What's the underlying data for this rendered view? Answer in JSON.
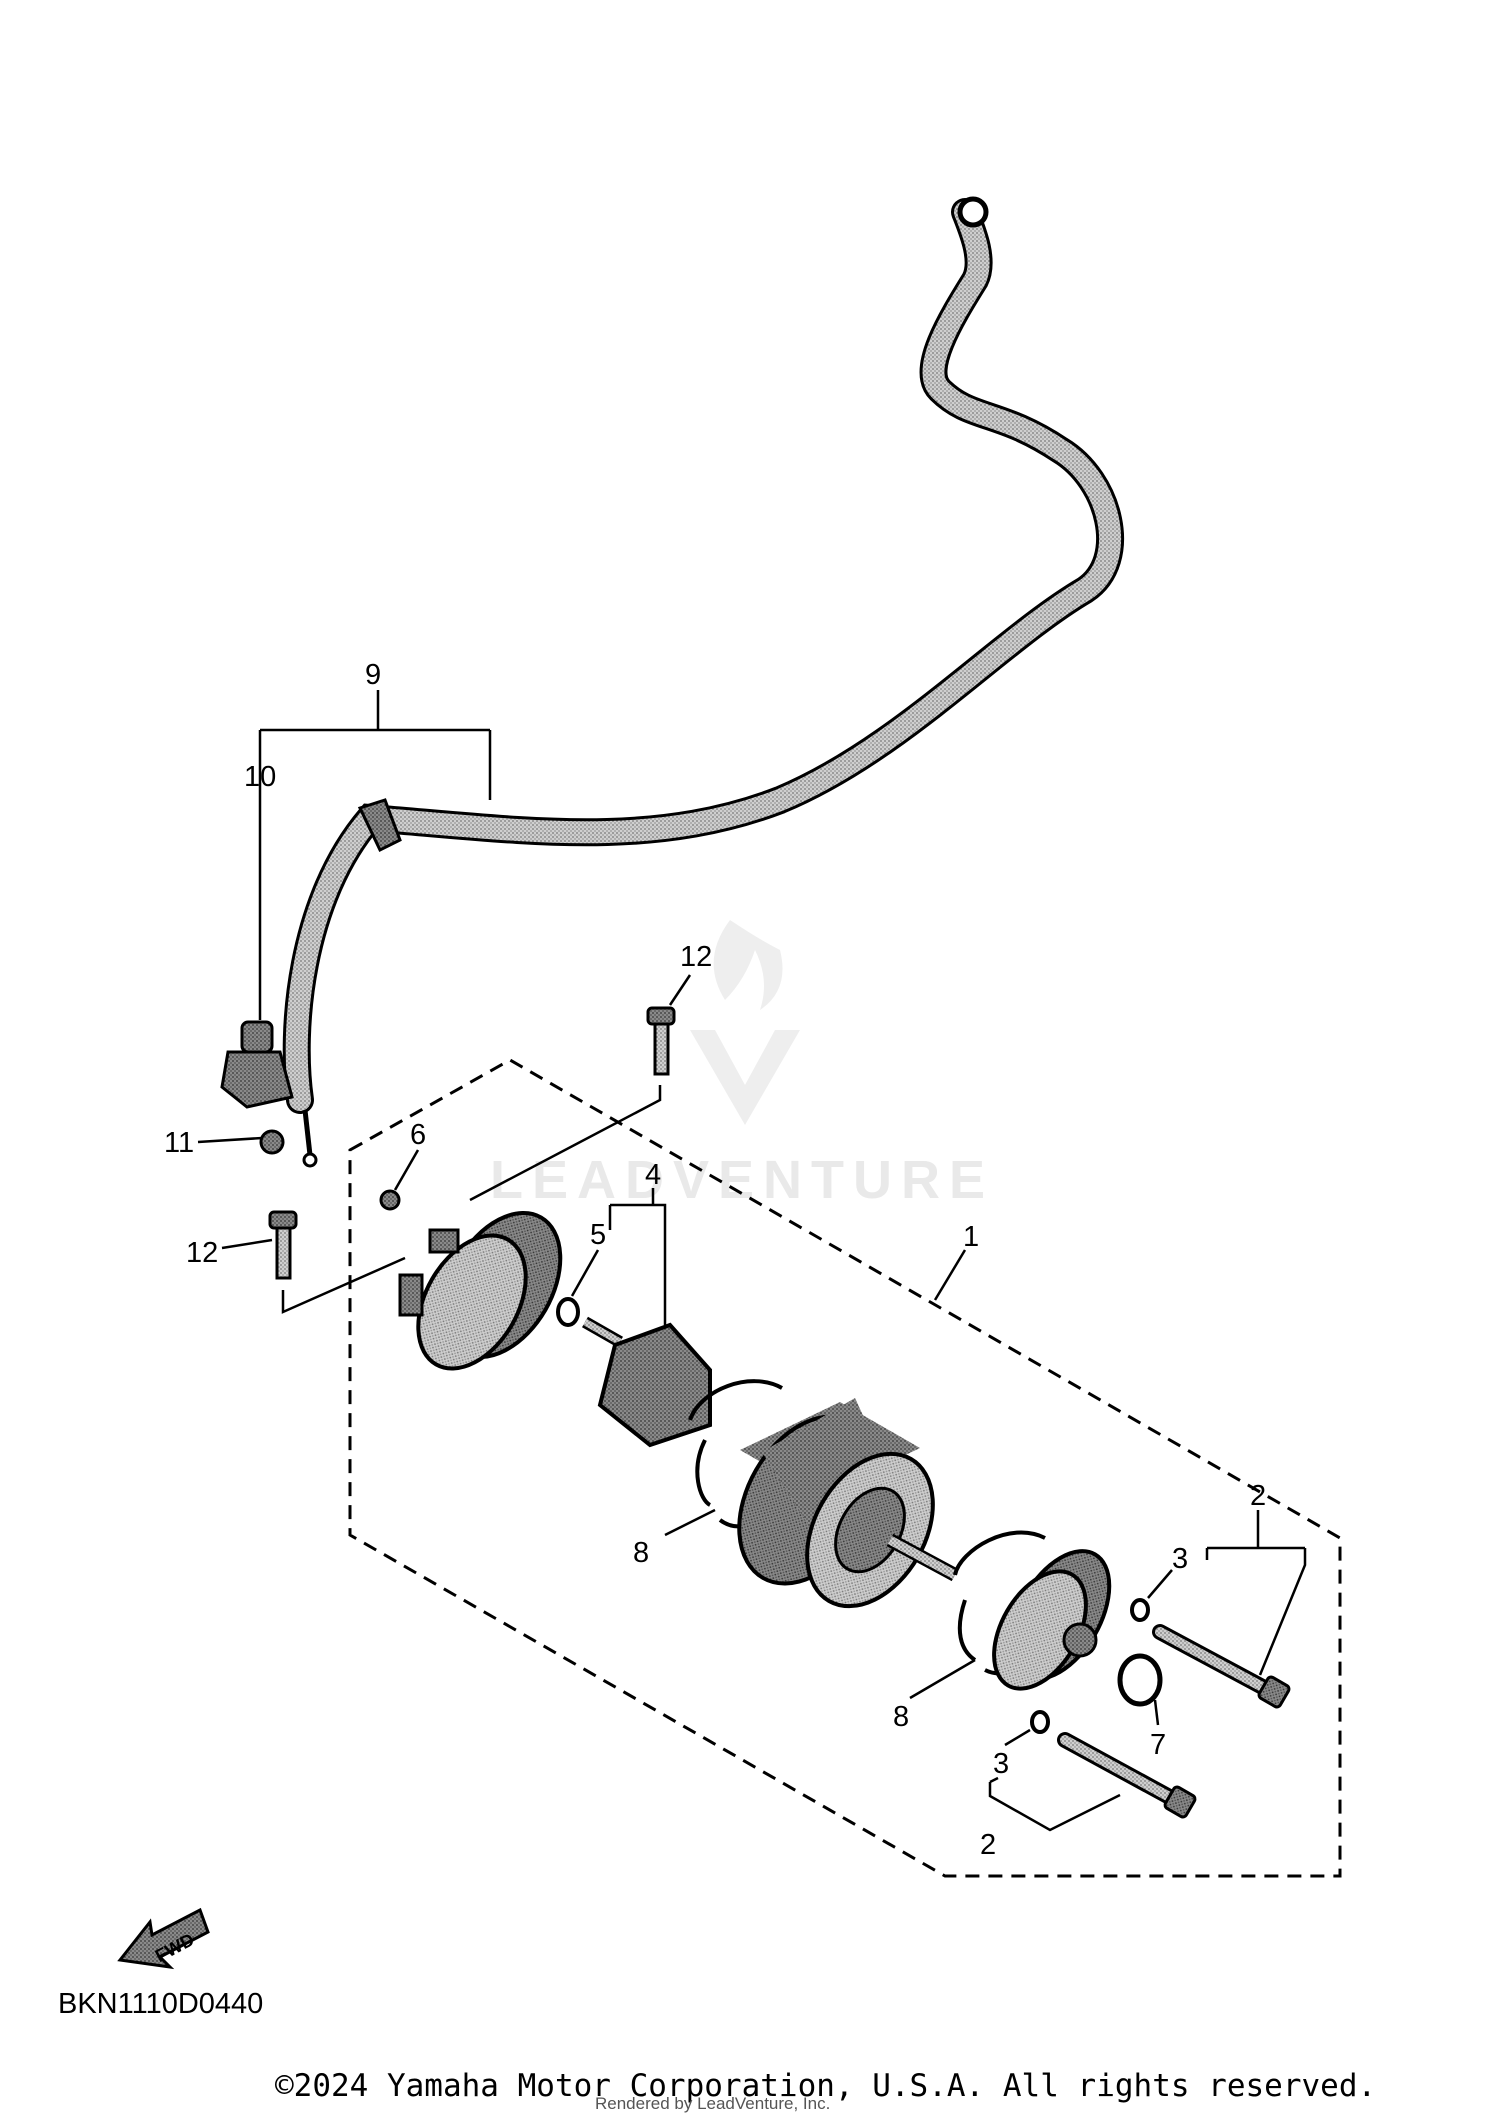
{
  "diagram_code": "BKN1110D0440",
  "copyright": "©2024 Yamaha Motor Corporation, U.S.A. All rights reserved.",
  "rendered_by": "Rendered by LeadVenture, Inc.",
  "watermark": "LEADVENTURE",
  "fwd_label": "FWD",
  "callouts": {
    "c1": "1",
    "c2a": "2",
    "c2b": "2",
    "c3a": "3",
    "c3b": "3",
    "c4": "4",
    "c5": "5",
    "c6": "6",
    "c7": "7",
    "c8a": "8",
    "c8b": "8",
    "c9": "9",
    "c10": "10",
    "c11": "11",
    "c12a": "12",
    "c12b": "12"
  }
}
